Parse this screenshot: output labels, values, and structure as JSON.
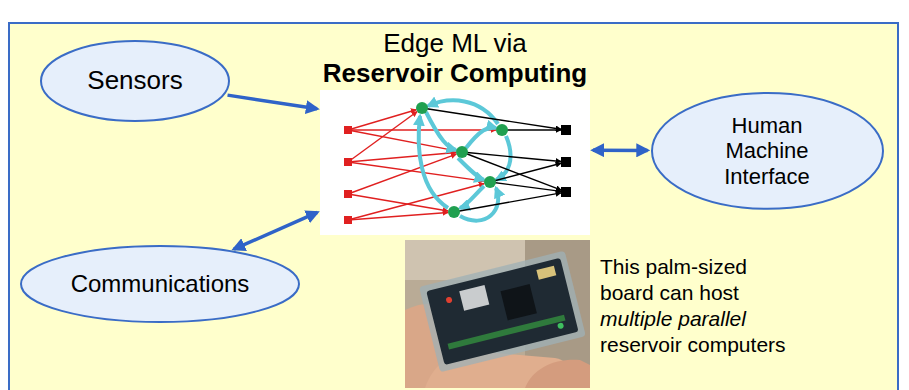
{
  "diagram": {
    "nodes": [
      {
        "text": [
          "Sensors"
        ]
      },
      {
        "text": [
          "Edge ML via",
          "Reservoir Computing"
        ]
      },
      {
        "text": [
          "Human Machine Interface"
        ]
      },
      {
        "text": [
          "Communications"
        ]
      }
    ],
    "edges": [
      {
        "from": 0,
        "to": 1,
        "arrow": "to"
      },
      {
        "from": 3,
        "to": 1,
        "arrow": "both"
      },
      {
        "from": 1,
        "to": 2,
        "arrow": "both"
      }
    ],
    "labels": [
      "This palm-sized board can host",
      "multiple parallel",
      "reservoir computers"
    ]
  }
}
